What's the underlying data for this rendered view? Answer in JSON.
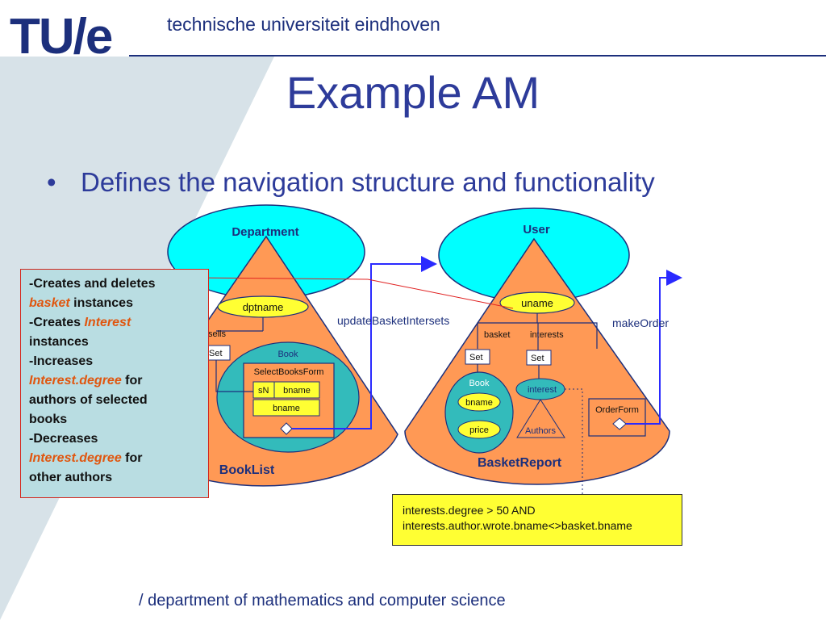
{
  "header": {
    "logo": {
      "t": "TU",
      "slash": "/",
      "e": "e"
    },
    "university": "technische universiteit eindhoven"
  },
  "title": "Example AM",
  "bullet": {
    "glyph": "•",
    "text": "Defines the navigation structure and functionality"
  },
  "footer": "/ department of mathematics and computer science",
  "note": {
    "line1_dash": "-",
    "line1_bold": "Creates and deletes",
    "line2_em": "basket",
    "line2_bold": " instances",
    "line3_dash": "-",
    "line3_bold": "Creates ",
    "line3_em": "Interest",
    "line4_bold": "instances",
    "line5_dash": "-",
    "line5_bold": "Increases",
    "line6_em": "Interest.degree",
    "line6_bold": " for",
    "line7_bold": "authors of selected",
    "line8_bold": "books",
    "line9_dash": "-",
    "line9_bold": "Decreases",
    "line10_em": "Interest.degree",
    "line10_bold": " for",
    "line11_bold": "other authors"
  },
  "condition": {
    "line1": "interests.degree > 50  AND",
    "line2": "interests.author.wrote.bname<>basket.bname"
  },
  "diagram": {
    "left": {
      "top_label": "Department",
      "attr": "dptname",
      "rel": "sells",
      "set": "Set",
      "sub": "Book",
      "form": "SelectBooksForm",
      "sn": "sN",
      "f1": "bname",
      "f2": "bname",
      "bottom_label": "BookList"
    },
    "link_update": "updateBasketIntersets",
    "right": {
      "top_label": "User",
      "attr": "uname",
      "rel1": "basket",
      "rel2": "interests",
      "set1": "Set",
      "set2": "Set",
      "sub1": "Book",
      "s1a": "bname",
      "s1b": "price",
      "sub2": "interest",
      "s2a": "Authors",
      "form": "OrderForm",
      "bottom_label": "BasketReport"
    },
    "link_order": "makeOrder"
  },
  "colors": {
    "navy": "#1c2f7c",
    "title": "#2d3b9a",
    "wedge": "#d7e2e8",
    "cyan": "#00ffff",
    "orange": "#ff9955",
    "teal": "#33bbbb",
    "yellow": "#ffff33",
    "link": "#2a2aff",
    "red_line": "#e02020"
  }
}
